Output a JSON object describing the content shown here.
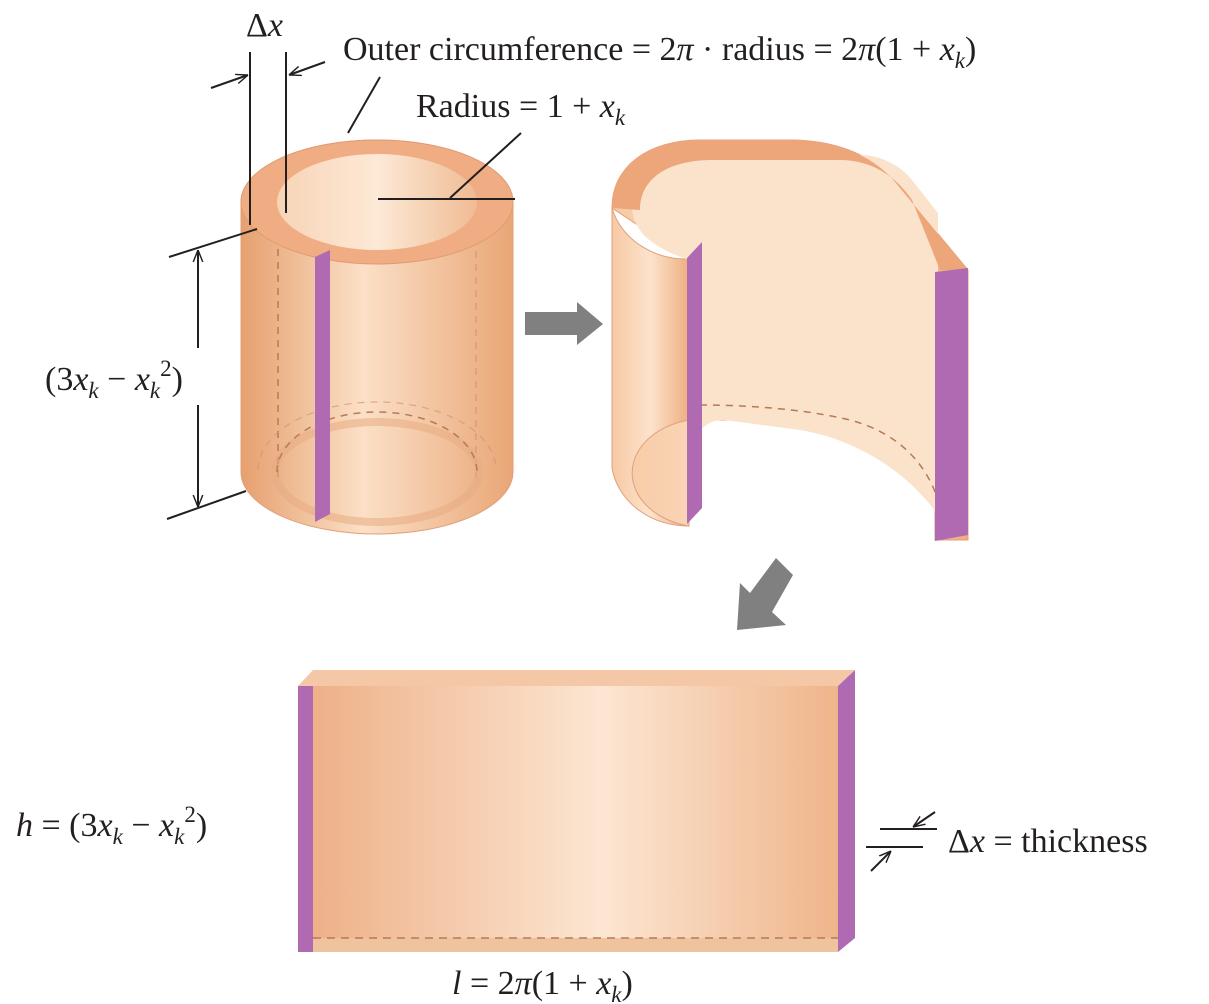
{
  "labels": {
    "delta_x_top": {
      "delta": "Δ",
      "x": "x"
    },
    "outer_circumference": {
      "p1": "Outer circumference = 2",
      "pi1": "π",
      "p2": " · radius = 2",
      "pi2": "π",
      "p3": "(1 + ",
      "x": "x",
      "k": "k",
      "p4": ")"
    },
    "radius": {
      "p1": "Radius = 1 + ",
      "x": "x",
      "k": "k"
    },
    "height_left": {
      "p1": "(3",
      "x1": "x",
      "k1": "k",
      "p2": " − ",
      "x2": "x",
      "k2": "k",
      "exp": "2",
      "p3": ")"
    },
    "h_label": {
      "h": "h",
      "p1": " = (3",
      "x1": "x",
      "k1": "k",
      "p2": " − ",
      "x2": "x",
      "k2": "k",
      "exp": "2",
      "p3": ")"
    },
    "thickness": {
      "delta": "Δ",
      "x": "x",
      "p1": " = thickness"
    },
    "length": {
      "l": "l",
      "p1": " = 2",
      "pi": "π",
      "p2": "(1 + ",
      "x": "x",
      "k": "k",
      "p3": ")"
    }
  },
  "colors": {
    "shell_light": "#fbe3cc",
    "shell_mid": "#f1b387",
    "shell_dark": "#e39a68",
    "cut_edge": "#b06ab2",
    "arrow": "#808080",
    "ink": "#231f20"
  }
}
